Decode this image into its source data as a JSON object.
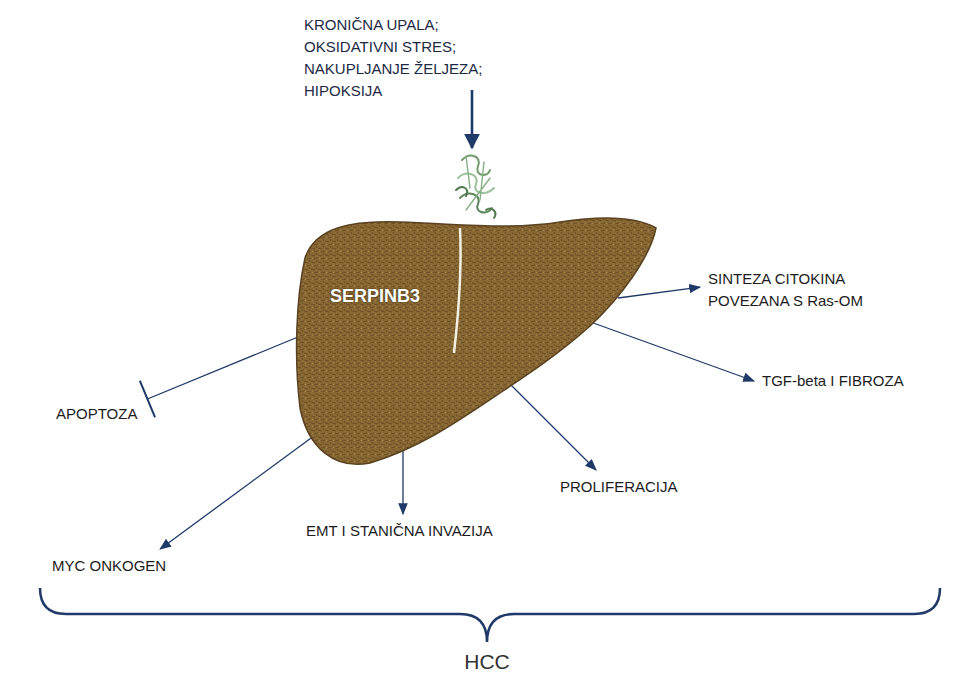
{
  "diagram": {
    "nodes": [
      {
        "text": [
          "KRONIČNA UPALA; OKSIDATIVNI STRES; NAKUPLJANJE ŽELJEZA; HIPOKSIJA"
        ]
      },
      {
        "text": [
          "SERPINB3"
        ]
      },
      {
        "text": [
          "SINTEZA CITOKINA POVEZANA S Ras-OM"
        ]
      },
      {
        "text": [
          "TGF-beta I FIBROZA"
        ]
      },
      {
        "text": [
          "APOPTOZA"
        ]
      },
      {
        "text": [
          "PROLIFERACIJA"
        ]
      },
      {
        "text": [
          "EMT I STANIČNA INVAZIJA"
        ]
      },
      {
        "text": [
          "MYC ONKOGEN"
        ]
      }
    ],
    "edges": [
      {
        "from": 0,
        "to": 1,
        "arrow": "to"
      },
      {
        "from": 1,
        "to": 2,
        "arrow": "to"
      },
      {
        "from": 1,
        "to": 3,
        "arrow": "to"
      },
      {
        "from": 1,
        "to": 4,
        "arrow": "to"
      },
      {
        "from": 1,
        "to": 5,
        "arrow": "to"
      },
      {
        "from": 1,
        "to": 6,
        "arrow": "to"
      },
      {
        "from": 1,
        "to": 7,
        "arrow": "to"
      }
    ],
    "labels": [
      "HCC"
    ]
  }
}
